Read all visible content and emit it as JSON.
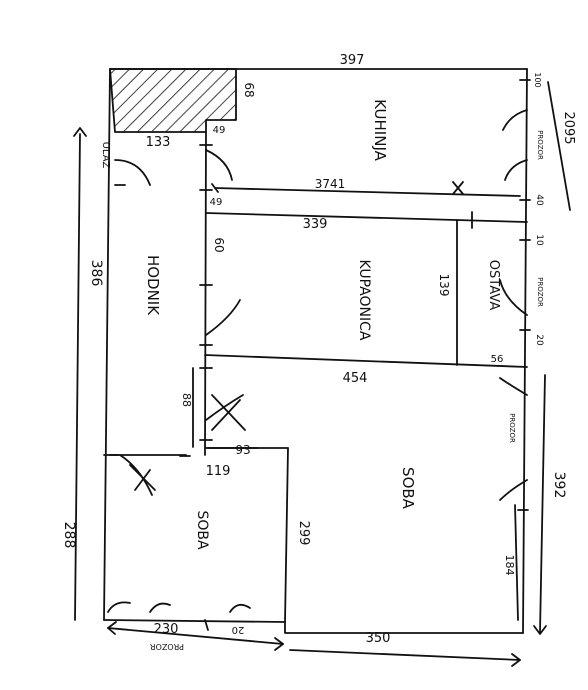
{
  "plan": {
    "rooms": {
      "kitchen": "KUHINJA",
      "bathroom": "KUPAONICA",
      "hallway": "HODNIK",
      "storage": "OSTAVA",
      "room_large": "SOBA",
      "room_small": "SOBA",
      "entrance": "ULAZ"
    },
    "dimensions": {
      "top_width": "397",
      "top_right_vertical": "2095",
      "left_vertical_upper": "386",
      "left_vertical_lower": "288",
      "hatched_height": "68",
      "hatched_bottom": "133",
      "small_49_a": "49",
      "small_49_b": "49",
      "diagonal": "3741",
      "bathroom_top": "339",
      "bathroom_right": "139",
      "hall_60": "60",
      "bathroom_bottom": "454",
      "storage_right_small": "10",
      "storage_bottom_small": "20",
      "small_56": "56",
      "right_vertical": "392",
      "hall_88": "88",
      "hall_93": "93",
      "room_small_top": "119",
      "room_small_right": "299",
      "room_small_bottom": "230",
      "bottom_20": "20",
      "bottom_350": "350",
      "right_184": "184",
      "right_top_small_a": "100",
      "right_top_small_b": "40"
    },
    "annotations": {
      "prozor": "PROZOR"
    }
  }
}
